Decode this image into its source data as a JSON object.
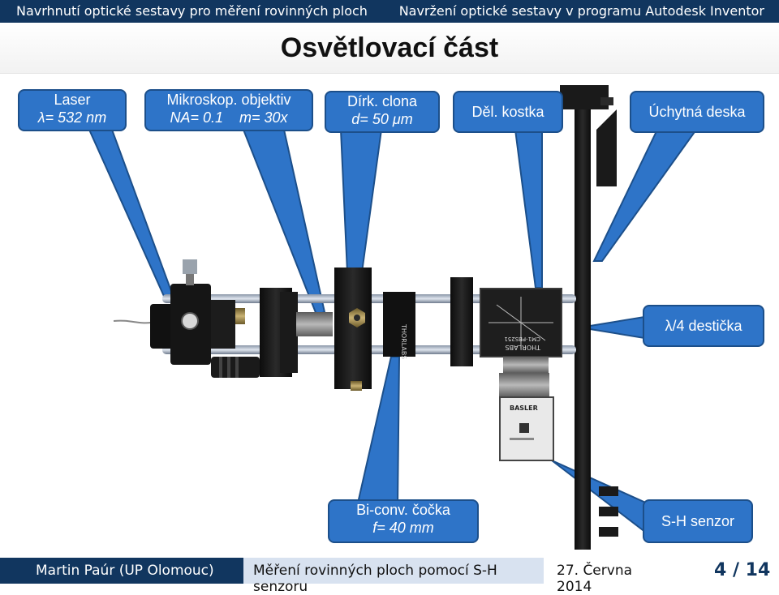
{
  "header": {
    "left": "Navrhnutí optické sestavy pro měření rovinných ploch",
    "right": "Navržení optické sestavy v programu Autodesk Inventor"
  },
  "slide": {
    "title": "Osvětlovací část"
  },
  "callouts": {
    "laser": {
      "line1": "Laser",
      "line2": "λ= 532 nm"
    },
    "objective": {
      "line1": "Mikroskop. objektiv",
      "line2": "NA= 0.1    m= 30x"
    },
    "pinhole": {
      "line1": "Dírk. clona",
      "line2": "d= 50 μm"
    },
    "splitter": {
      "line1": "Děl. kostka"
    },
    "plate": {
      "line1": "Úchytná deska"
    },
    "waveplate": {
      "line1": "λ/4 destička"
    },
    "lens": {
      "line1": "Bi-conv. čočka",
      "line2": "f= 40 mm"
    },
    "sensor": {
      "line1": "S-H senzor"
    }
  },
  "model_labels": {
    "thorlabs": "THORLABS",
    "part": "CM1-PBS251",
    "basler": "BASLER"
  },
  "footer": {
    "author": "Martin Paúr (UP Olomouc)",
    "topic": "Měření rovinných ploch pomocí S-H senzoru",
    "date": "27. Června 2014",
    "page": "4 / 14"
  },
  "colors": {
    "bar": "#11365f",
    "callout": "#2e74c8",
    "callout_border": "#1c4f8a"
  }
}
